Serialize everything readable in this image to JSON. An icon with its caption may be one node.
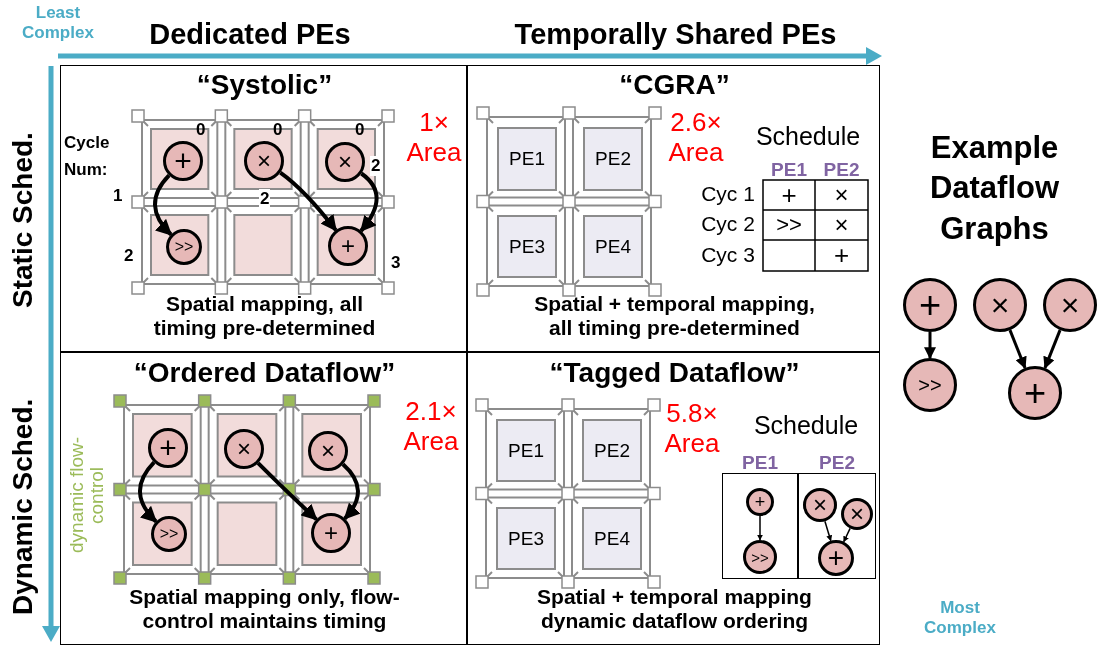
{
  "diagram": {
    "nodes": [
      {
        "text": [
          "“Systolic”",
          "1× Area",
          "Spatial mapping, all timing pre-determined"
        ]
      },
      {
        "text": [
          "+"
        ],
        "in": 0,
        "beside": [
          "0"
        ]
      },
      {
        "text": [
          "×"
        ],
        "in": 0,
        "beside": [
          "0"
        ]
      },
      {
        "text": [
          "×"
        ],
        "in": 0,
        "beside": [
          "0"
        ]
      },
      {
        "text": [
          ">>"
        ],
        "in": 0,
        "beside": [
          "2"
        ]
      },
      {
        "text": [
          "+"
        ],
        "in": 0,
        "beside": [
          "3"
        ]
      },
      {
        "text": [
          "“CGRA”",
          "2.6× Area",
          "Schedule",
          "Spatial + temporal mapping, all timing pre-determined"
        ]
      },
      {
        "text": [
          "PE1"
        ],
        "in": 6
      },
      {
        "text": [
          "PE2"
        ],
        "in": 6
      },
      {
        "text": [
          "PE3"
        ],
        "in": 6
      },
      {
        "text": [
          "PE4"
        ],
        "in": 6
      },
      {
        "text": [
          "“Ordered Dataflow”",
          "2.1× Area",
          "Spatial mapping only, flow-control maintains timing"
        ]
      },
      {
        "text": [
          "+"
        ],
        "in": 11
      },
      {
        "text": [
          "×"
        ],
        "in": 11
      },
      {
        "text": [
          "×"
        ],
        "in": 11
      },
      {
        "text": [
          ">>"
        ],
        "in": 11
      },
      {
        "text": [
          "+"
        ],
        "in": 11
      },
      {
        "text": [
          "“Tagged Dataflow”",
          "5.8× Area",
          "Schedule",
          "Spatial + temporal mapping dynamic dataflow ordering"
        ]
      },
      {
        "text": [
          "PE1"
        ],
        "in": 17
      },
      {
        "text": [
          "PE2"
        ],
        "in": 17
      },
      {
        "text": [
          "PE3"
        ],
        "in": 17
      },
      {
        "text": [
          "PE4"
        ],
        "in": 17
      },
      {
        "text": [
          "PE1"
        ],
        "in": 17
      },
      {
        "text": [
          "+"
        ],
        "in": 22
      },
      {
        "text": [
          ">>"
        ],
        "in": 22
      },
      {
        "text": [
          "PE2"
        ],
        "in": 17
      },
      {
        "text": [
          "×"
        ],
        "in": 25
      },
      {
        "text": [
          "×"
        ],
        "in": 25
      },
      {
        "text": [
          "+"
        ],
        "in": 25
      },
      {
        "text": [
          "+"
        ]
      },
      {
        "text": [
          "×"
        ]
      },
      {
        "text": [
          "×"
        ]
      },
      {
        "text": [
          ">>"
        ]
      },
      {
        "text": [
          "+"
        ]
      }
    ],
    "edges": [
      {
        "from": 1,
        "to": 4,
        "label": "1",
        "arrow": "to"
      },
      {
        "from": 2,
        "to": 5,
        "label": "2",
        "arrow": "to"
      },
      {
        "from": 3,
        "to": 5,
        "label": "2",
        "arrow": "to"
      },
      {
        "from": 12,
        "to": 15,
        "arrow": "to"
      },
      {
        "from": 13,
        "to": 16,
        "arrow": "to"
      },
      {
        "from": 14,
        "to": 16,
        "arrow": "to"
      },
      {
        "from": 23,
        "to": 24,
        "arrow": "to"
      },
      {
        "from": 26,
        "to": 28,
        "arrow": "to"
      },
      {
        "from": 27,
        "to": 28,
        "arrow": "to"
      },
      {
        "from": 29,
        "to": 32,
        "arrow": "to"
      },
      {
        "from": 30,
        "to": 33,
        "arrow": "to"
      },
      {
        "from": 31,
        "to": 33,
        "arrow": "to"
      }
    ],
    "labels": [
      "Least Complex",
      "Dedicated PEs",
      "Temporally Shared PEs",
      "Static Sched.",
      "Cycle Num:",
      "PE1",
      "PE2",
      "Cyc 1",
      "+",
      "×",
      "Cyc 2",
      ">>",
      "×",
      "Cyc 3",
      "+",
      "Example Dataflow Graphs",
      "Dynamic Sched.",
      "dynamic flow-control",
      "Most Complex"
    ]
  }
}
